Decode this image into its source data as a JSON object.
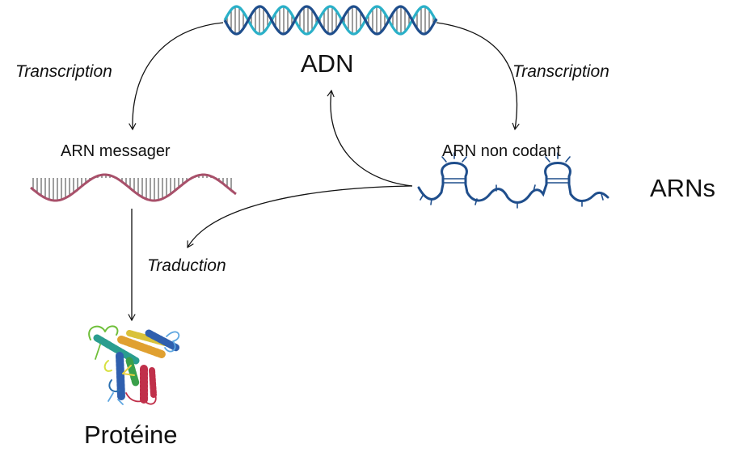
{
  "diagram": {
    "labels": {
      "dna": "ADN",
      "mrna": "ARN messager",
      "ncrna": "ARN non codant",
      "rnas": "ARNs",
      "protein": "Protéine",
      "transcription_left": "Transcription",
      "transcription_right": "Transcription",
      "translation": "Traduction"
    },
    "icons": {
      "dna": "dna-double-helix-icon",
      "mrna": "mrna-strand-icon",
      "ncrna": "ncrna-hairpin-icon",
      "protein": "protein-structure-icon"
    },
    "colors": {
      "dna_strand_dark": "#1f4e8c",
      "dna_strand_light": "#2ab0c8",
      "mrna_strand": "#a8506a",
      "ncrna_strand": "#1f4e8c",
      "arrow": "#111111"
    }
  }
}
